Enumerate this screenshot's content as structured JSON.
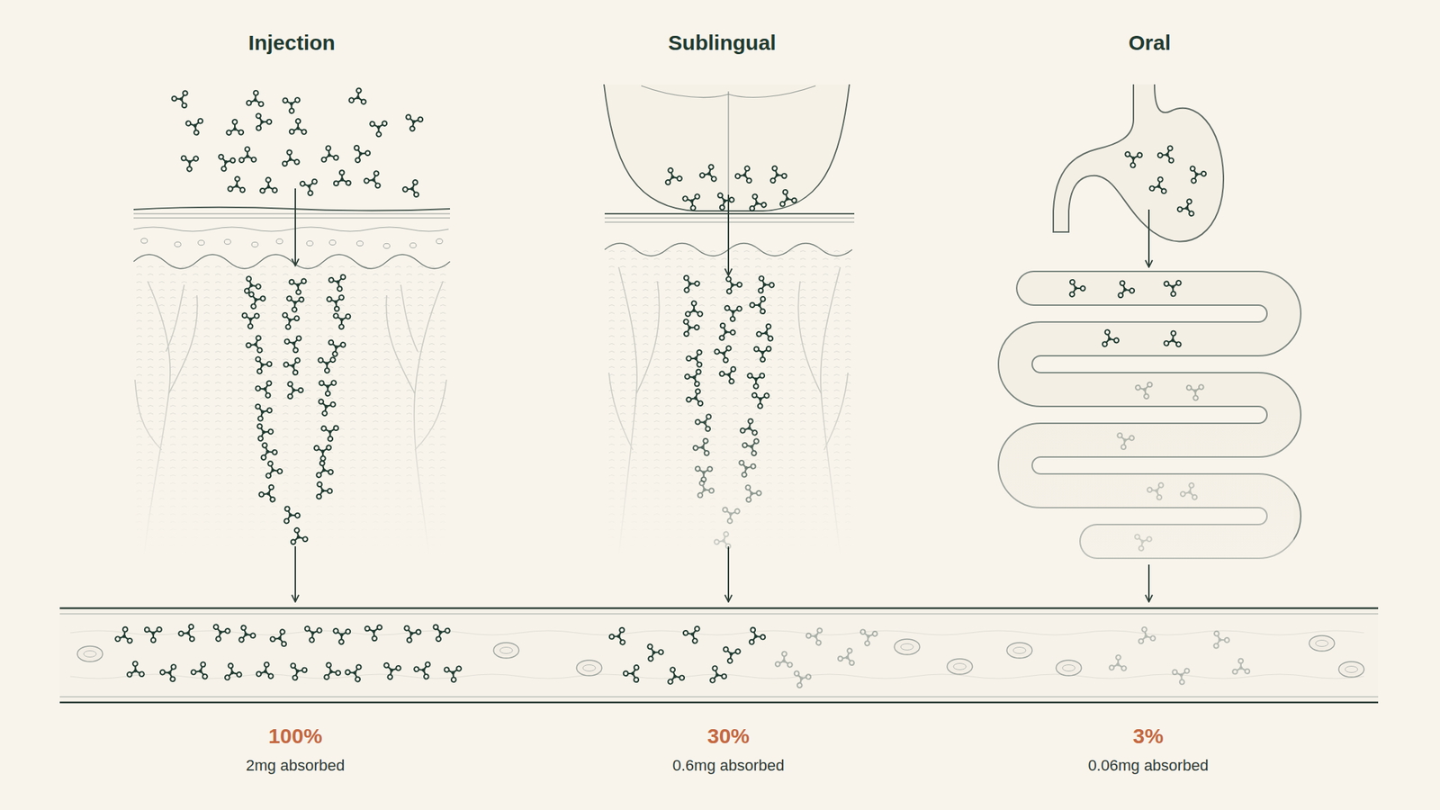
{
  "diagram": {
    "labels": [
      "Injection",
      "Sublingual",
      "Oral",
      "100%",
      "2mg absorbed",
      "30%",
      "0.6mg absorbed",
      "3%",
      "0.06mg absorbed"
    ]
  }
}
